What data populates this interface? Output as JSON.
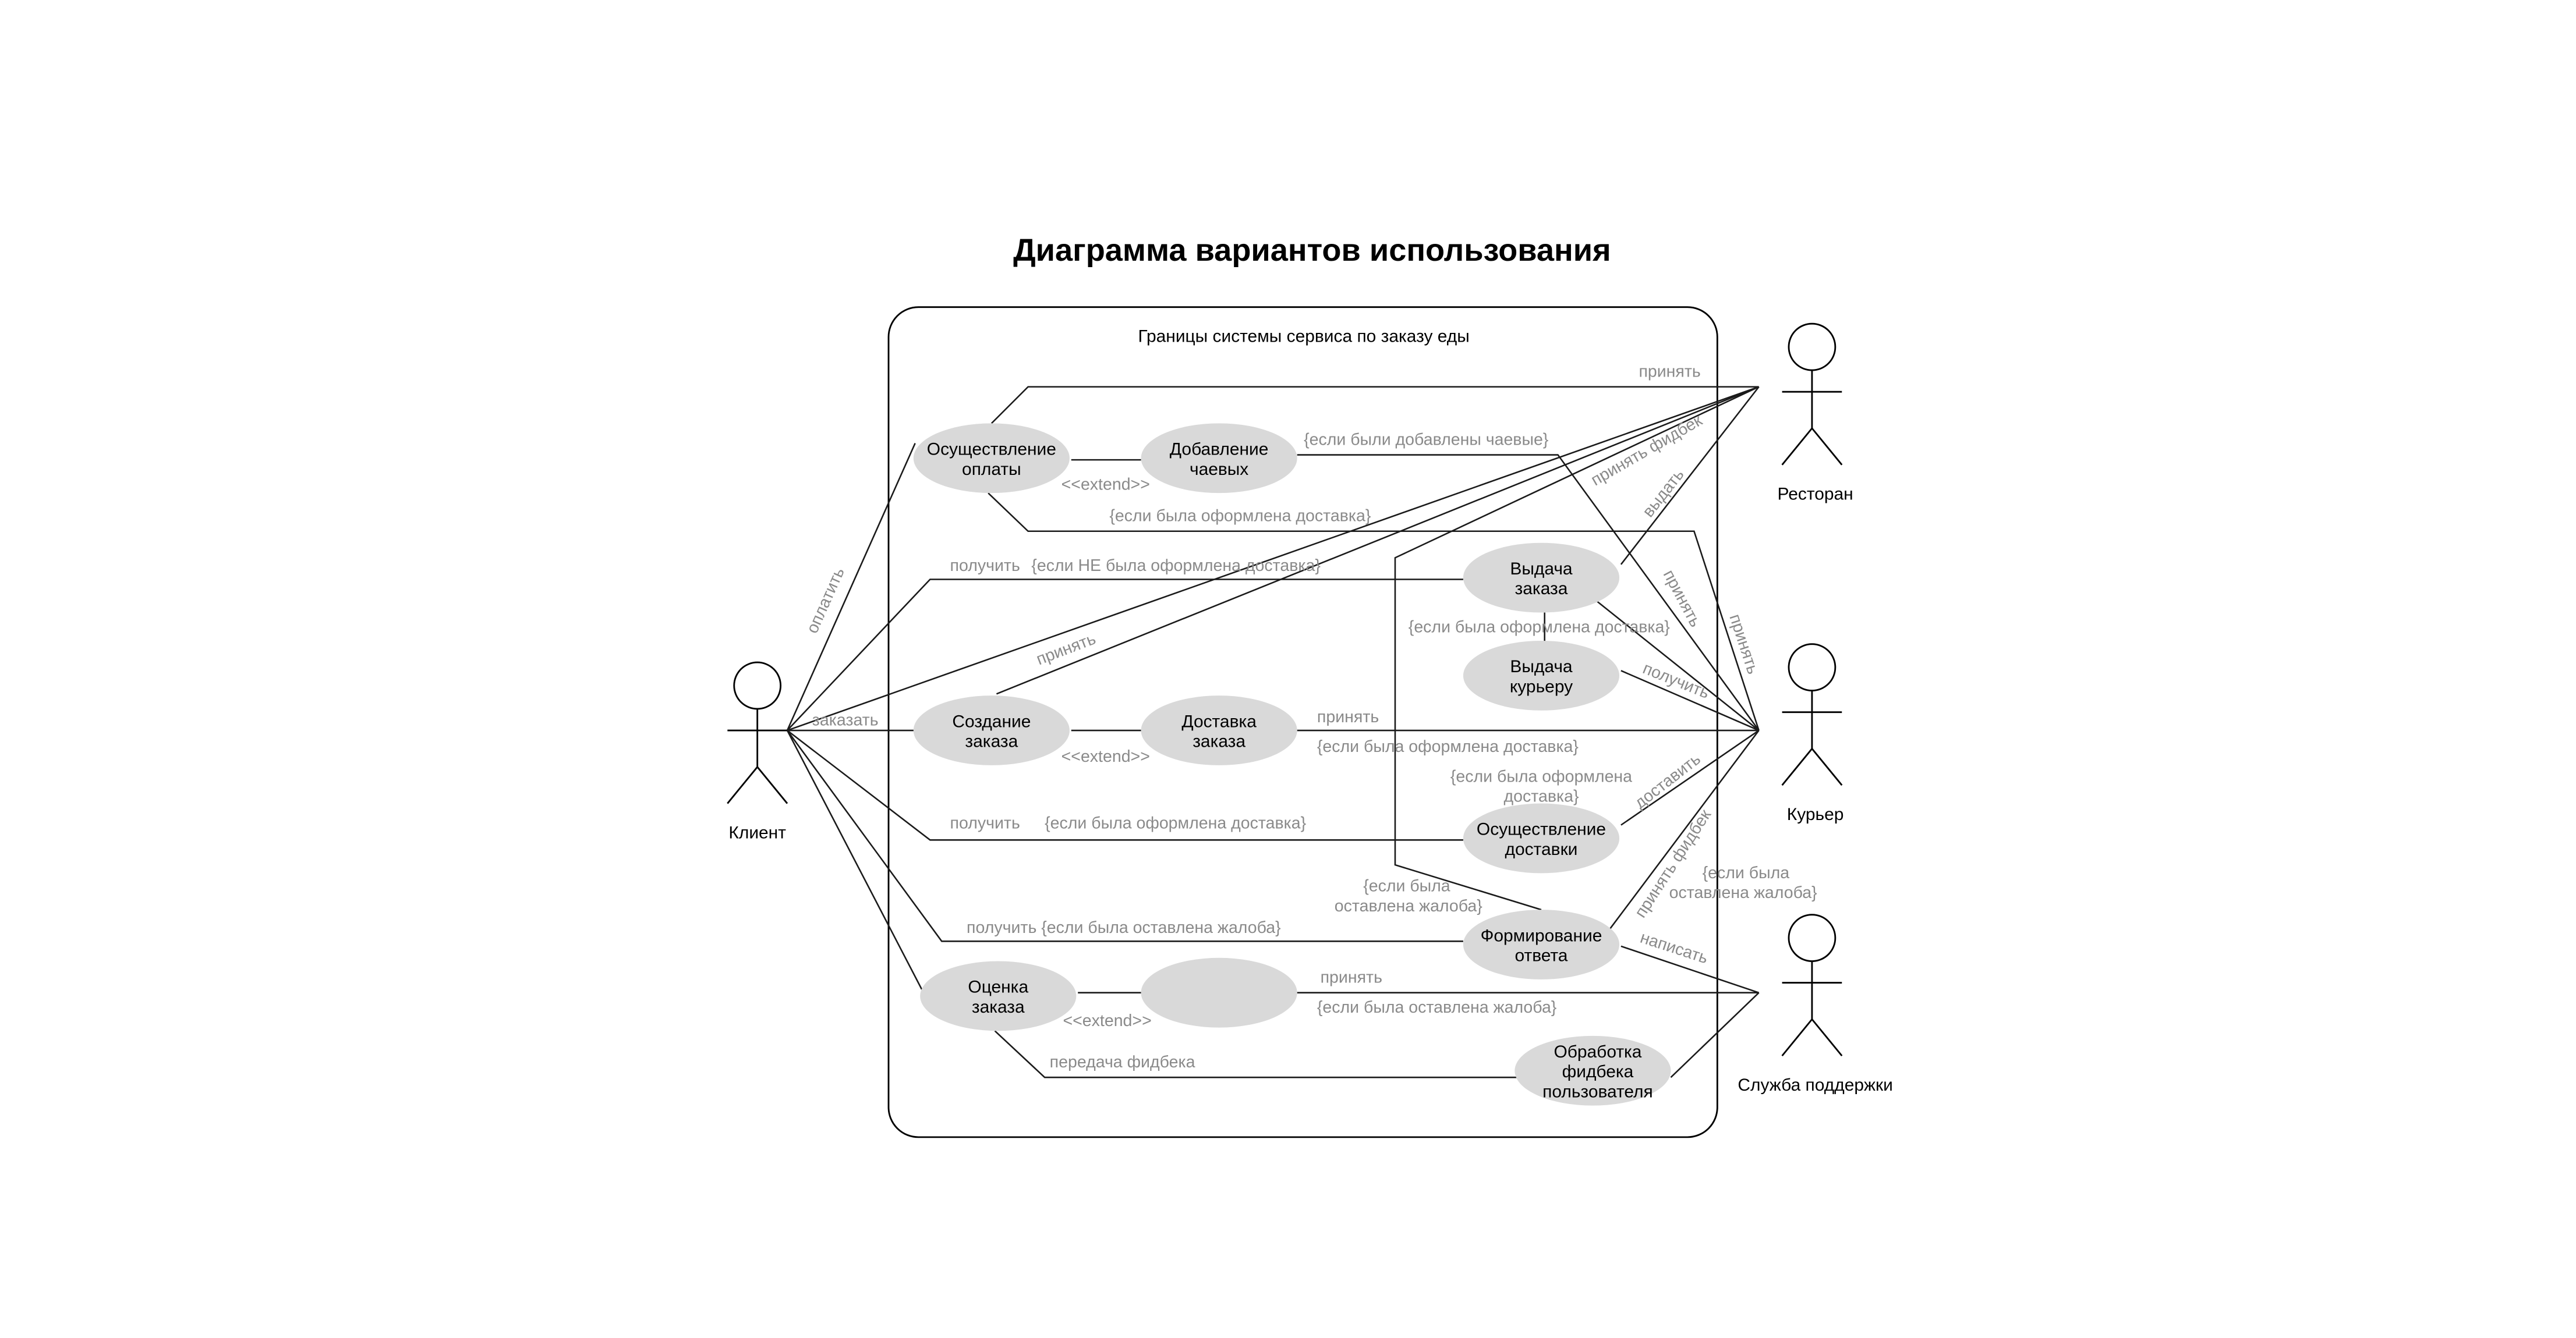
{
  "title": "Диаграмма вариантов использования",
  "boundary_label": "Границы системы сервиса по заказу еды",
  "colors": {
    "use_case_fill": "#d9d9d9",
    "line": "#1a1a1a",
    "edge_label": "#8a8a8a",
    "background": "#ffffff"
  },
  "actors": {
    "client": {
      "name": "Клиент",
      "icon": "stick-figure-icon"
    },
    "restaurant": {
      "name": "Ресторан",
      "icon": "stick-figure-icon"
    },
    "courier": {
      "name": "Курьер",
      "icon": "stick-figure-icon"
    },
    "support": {
      "name": "Служба поддержки",
      "icon": "stick-figure-icon"
    }
  },
  "use_cases": {
    "payment": {
      "line1": "Осуществление",
      "line2": "оплаты"
    },
    "tips": {
      "line1": "Добавление",
      "line2": "чаевых"
    },
    "issue_order": {
      "line1": "Выдача",
      "line2": "заказа"
    },
    "issue_courier": {
      "line1": "Выдача",
      "line2": "курьеру"
    },
    "create_order": {
      "line1": "Создание",
      "line2": "заказа"
    },
    "delivery_order": {
      "line1": "Доставка",
      "line2": "заказа"
    },
    "perform_delivery": {
      "line1": "Осуществление",
      "line2": "доставки"
    },
    "form_answer": {
      "line1": "Формирование",
      "line2": "ответа"
    },
    "rate_order": {
      "line1": "Оценка",
      "line2": "заказа"
    },
    "process_feedback": {
      "line1": "Обработка",
      "line2": "фидбека",
      "line3": "пользователя"
    }
  },
  "edge_labels": {
    "accept_top": "принять",
    "tips_cond": "{если были добавлены чаевые}",
    "extend1": "<<extend>>",
    "delivery_cond_top": "{если была оформлена доставка}",
    "pay": "оплатить",
    "receive_no_delivery": "получить",
    "no_delivery_cond": "{если НЕ была оформлена доставка}",
    "accept_feedback_top": "принять фидбек",
    "issue": "выдать",
    "accept_r1": "принять",
    "accept_r2": "принять",
    "delivery_cond_mid": "{если была оформлена доставка}",
    "accept_restaurant": "принять",
    "receive_courier": "получить",
    "order_label": "заказать",
    "extend2": "<<extend>>",
    "accept_delivery": "принять",
    "delivery_cond_low": "{если была оформлена доставка}",
    "delivery_cond_wrap1": "{если была оформлена",
    "delivery_cond_wrap2": "доставка}",
    "deliver": "доставить",
    "receive_delivery": "получить",
    "delivery_cond_client": "{если была оформлена доставка}",
    "accept_feedback_low": "принять фидбек",
    "complaint_cond_r1": "{если была",
    "complaint_cond_r2": "оставлена жалоба}",
    "complaint_cond_l1": "{если была",
    "complaint_cond_l2": "оставлена жалоба}",
    "receive_complaint": "получить {если была оставлена жалоба}",
    "write": "написать",
    "accept_support": "принять",
    "extend3": "<<extend>>",
    "complaint_cond_support": "{если была оставлена жалоба}",
    "feedback_transfer": "передача фидбека"
  }
}
